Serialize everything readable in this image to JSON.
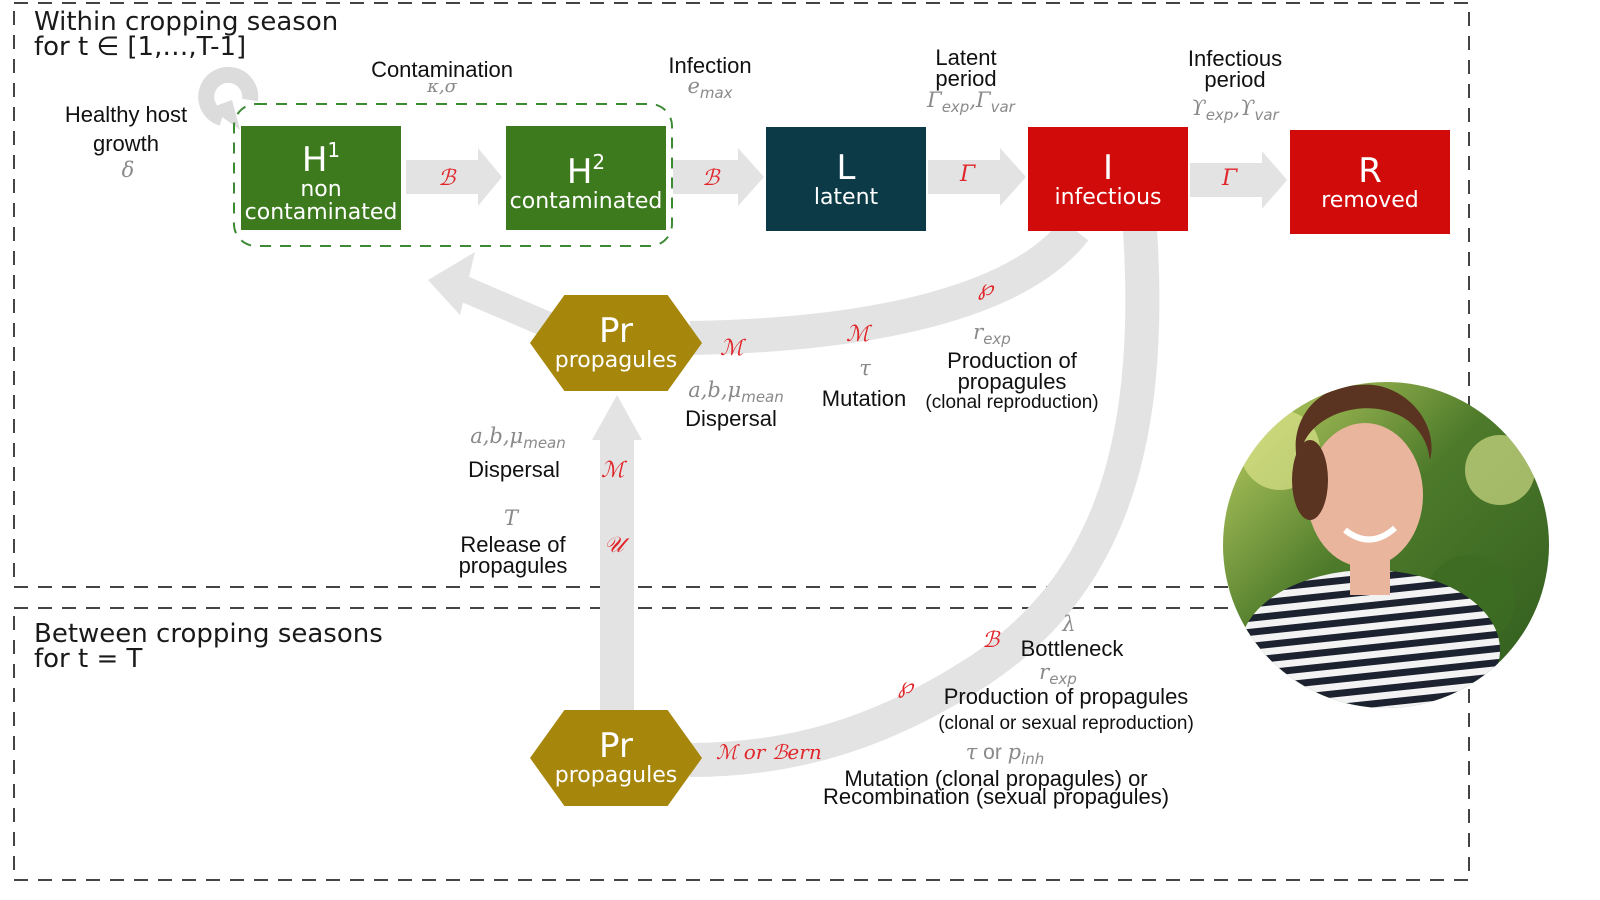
{
  "sections": {
    "within": {
      "title_line1": "Within cropping season",
      "title_line2": "for t ∈ [1,…,T-1]"
    },
    "between": {
      "title_line1": "Between cropping seasons",
      "title_line2": "for t = T"
    }
  },
  "compartments": {
    "h1": {
      "symbol": "H",
      "superscript": "1",
      "name_line1": "non",
      "name_line2": "contaminated",
      "color": "#3d7a1e"
    },
    "h2": {
      "symbol": "H",
      "superscript": "2",
      "name": "contaminated",
      "color": "#3d7a1e"
    },
    "l": {
      "symbol": "L",
      "name": "latent",
      "color": "#0c3a47"
    },
    "i": {
      "symbol": "I",
      "name": "infectious",
      "color": "#d10a0a"
    },
    "r": {
      "symbol": "R",
      "name": "removed",
      "color": "#d10a0a"
    },
    "pr_top": {
      "symbol": "Pr",
      "name": "propagules",
      "color": "#a6860b"
    },
    "pr_bottom": {
      "symbol": "Pr",
      "name": "propagules",
      "color": "#a6860b"
    }
  },
  "processes": {
    "healthy_growth": {
      "label_line1": "Healthy host",
      "label_line2": "growth",
      "param": "δ"
    },
    "contamination": {
      "label": "Contamination",
      "param": "κ,σ"
    },
    "infection": {
      "label": "Infection",
      "param_base": "e",
      "param_sub": "max"
    },
    "latent_period": {
      "label_line1": "Latent",
      "label_line2": "period",
      "param": "Γ",
      "param_sub1": "exp",
      "param_sub2": "var"
    },
    "infectious_period": {
      "label_line1": "Infectious",
      "label_line2": "period",
      "param": "ϒ",
      "param_sub1": "exp",
      "param_sub2": "var"
    },
    "production_within": {
      "label_line1": "Production of",
      "label_line2": "propagules",
      "label_line3": "(clonal reproduction)",
      "param_base": "r",
      "param_sub": "exp"
    },
    "mutation_within": {
      "label": "Mutation",
      "param": "τ"
    },
    "dispersal_right": {
      "label": "Dispersal",
      "param_base": "a,b,μ",
      "param_sub": "mean"
    },
    "dispersal_left": {
      "label": "Dispersal",
      "param_base": "a,b,μ",
      "param_sub": "mean"
    },
    "release": {
      "label_line1": "Release of",
      "label_line2": "propagules",
      "param": "T"
    },
    "bottleneck": {
      "label": "Bottleneck",
      "param": "λ"
    },
    "production_between": {
      "label_line1": "Production of propagules",
      "label_line2": "(clonal or sexual reproduction)",
      "param_base": "r",
      "param_sub": "exp"
    },
    "mutation_between": {
      "label_line1": "Mutation (clonal propagules) or",
      "label_line2": "Recombination (sexual propagules)",
      "param_a": "τ",
      "param_or": " or ",
      "param_b": "p",
      "param_b_sub": "inh"
    }
  },
  "operators": {
    "h1_h2": "ℬ",
    "h2_l": "ℬ",
    "l_i": "Γ",
    "i_r": "Γ",
    "production_within": "℘",
    "mutation_within": "ℳ",
    "dispersal_right": "ℳ",
    "dispersal_up": "ℳ",
    "release": "𝒰",
    "bottleneck": "ℬ",
    "production_between": "℘",
    "mutation_between": "ℳ or ℬern"
  },
  "photo": {
    "description": "portrait-photo"
  }
}
